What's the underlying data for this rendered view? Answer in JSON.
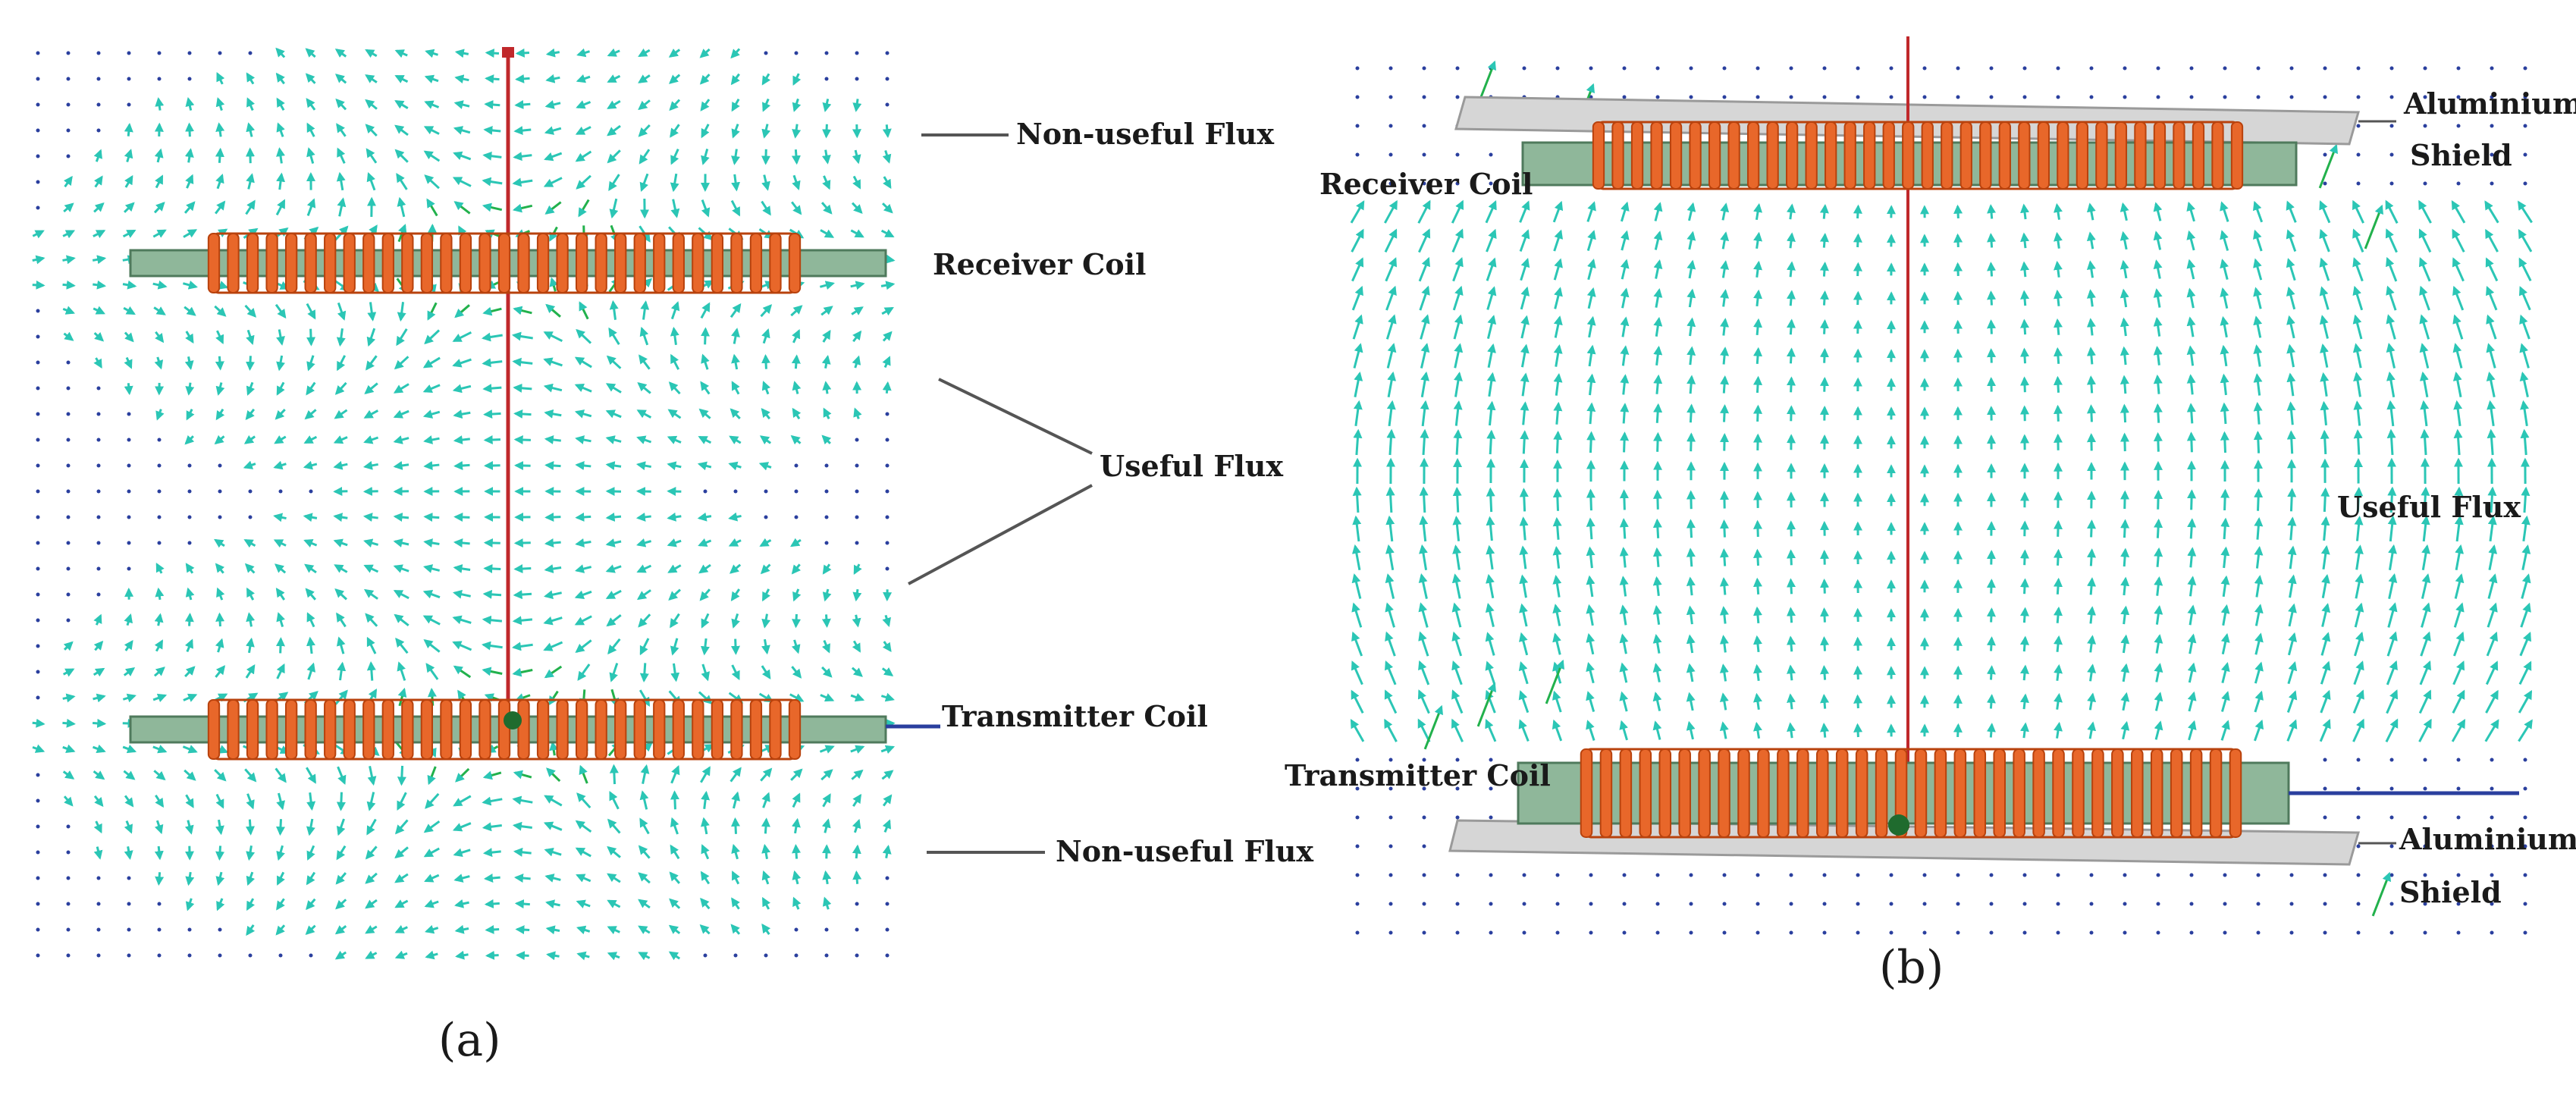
{
  "panel_a": {
    "caption": "(a)",
    "labels": {
      "non_useful_flux_top": "Non-useful Flux",
      "receiver_coil": "Receiver Coil",
      "useful_flux": "Useful Flux",
      "transmitter_coil": "Transmitter Coil",
      "non_useful_flux_bottom": "Non-useful Flux"
    }
  },
  "panel_b": {
    "caption": "(b)",
    "labels": {
      "aluminium_shield_top": [
        "Aluminium",
        "Shield"
      ],
      "receiver_coil": "Receiver Coil",
      "useful_flux": "Useful Flux",
      "transmitter_coil": "Transmitter Coil",
      "aluminium_shield_bottom": [
        "Aluminium",
        "Shield"
      ]
    }
  },
  "colors": {
    "flux_arrow": "#2bc6b5",
    "flux_arrow_strong": "#22b14c",
    "flux_dot": "#2a3f9e",
    "coil": "#e8672a",
    "coil_dark": "#b8420d",
    "core": "#8fb79a",
    "shield": "#d6d6d6",
    "axis_line": "#c0282b",
    "callout_line": "#555555"
  }
}
